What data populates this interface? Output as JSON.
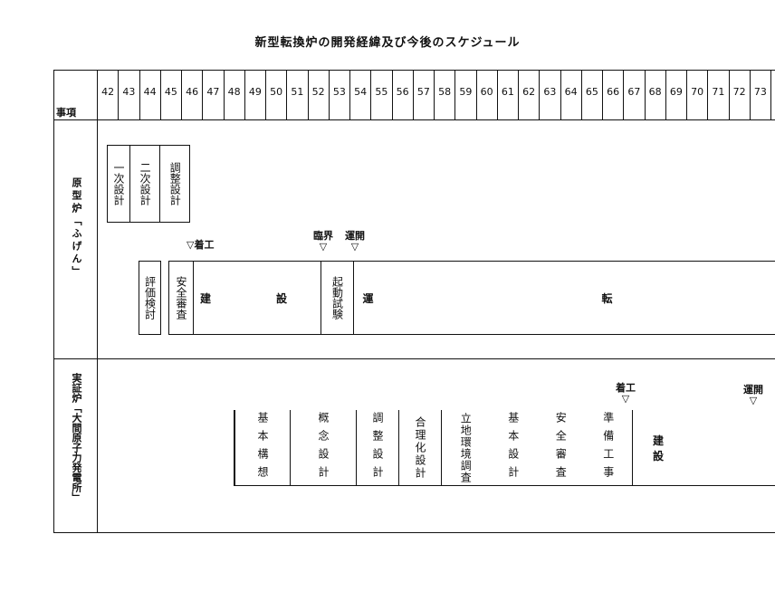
{
  "title": "新型転換炉の開発経緯及び今後のスケジュール",
  "header_label": "事項",
  "years": [
    "42",
    "43",
    "44",
    "45",
    "46",
    "47",
    "48",
    "49",
    "50",
    "51",
    "52",
    "53",
    "54",
    "55",
    "56",
    "57",
    "58",
    "59",
    "60",
    "61",
    "62",
    "63",
    "64",
    "65",
    "66",
    "67",
    "68",
    "69",
    "70",
    "71",
    "72",
    "73"
  ],
  "rows": {
    "prototype": "原型炉「ふげん」",
    "demo": "実証炉「大間原子力発電所」"
  },
  "prototype": {
    "design_boxes": [
      "一次設計",
      "二次設計",
      "調整設計"
    ],
    "evaluation": "評価検討",
    "safety_review": "安全審査",
    "construction": "建　設",
    "startup_test": "起動試験",
    "operation": "運　転",
    "milestones": {
      "construction_start": "着工",
      "criticality": "臨界",
      "operation_start": "運開",
      "triangle": "▽"
    }
  },
  "demo": {
    "stages": [
      "基本構想",
      "概念設計",
      "調整設計",
      "合理化設計"
    ],
    "combined": [
      "立地環境調査",
      "基本設計",
      "安全審査",
      "準備工事"
    ],
    "construction": "建　設",
    "milestones": {
      "construction_start": "着工",
      "operation_start": "運開",
      "triangle": "▽"
    }
  }
}
